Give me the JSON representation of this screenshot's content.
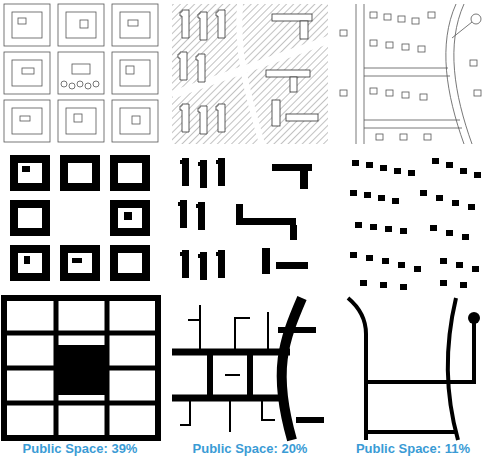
{
  "diagram": {
    "labels": [
      "Public Space: 39%",
      "Public Space: 20%",
      "Public Space: 11%"
    ]
  }
}
